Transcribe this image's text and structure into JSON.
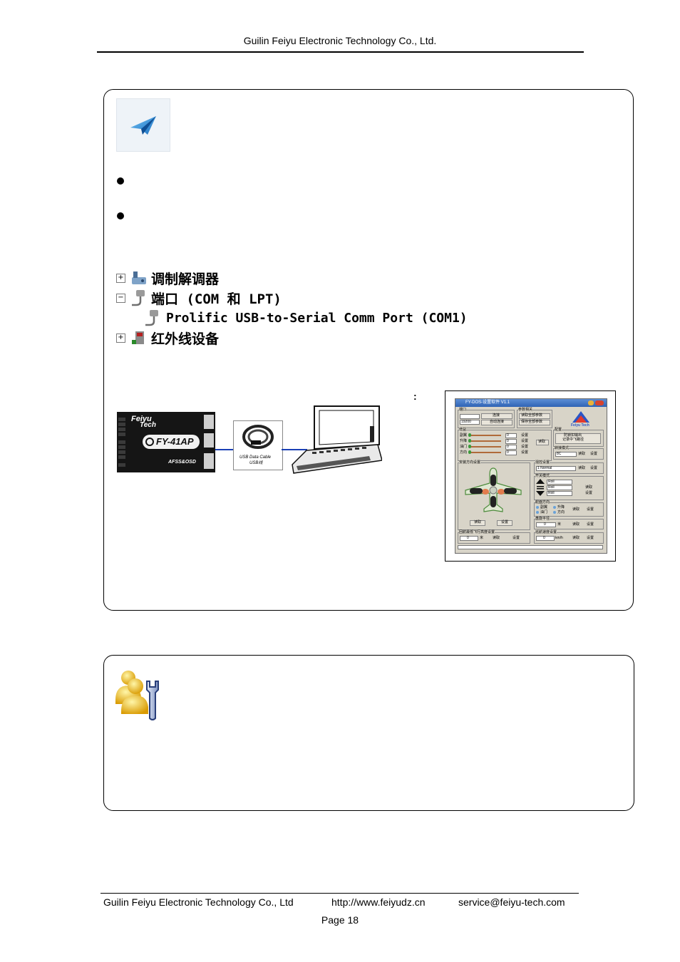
{
  "header": {
    "company": "Guilin Feiyu Electronic Technology Co., Ltd."
  },
  "box1": {
    "icon": "paper-plane-icon",
    "device_tree": {
      "items": [
        {
          "expander": "+",
          "icon": "modem-icon",
          "label": "调制解调器"
        },
        {
          "expander": "−",
          "icon": "port-icon",
          "label": "端口 (COM 和 LPT)"
        },
        {
          "expander": "",
          "icon": "port-icon",
          "label": "Prolific USB-to-Serial Comm Port (COM1)"
        },
        {
          "expander": "+",
          "icon": "infrared-icon",
          "label": "红外线设备"
        }
      ]
    },
    "colon": ":",
    "hardware": {
      "board_brand_line1": "Feiyu",
      "board_brand_line2": "Tech",
      "board_model": "FY-41AP",
      "board_sub": "AFSS&OSD",
      "cable_label_line1": "USB Data Cable",
      "cable_label_line2": "USB线"
    },
    "screenshot": {
      "title": "FY-DOS-设置软件 V1.1",
      "port_label": "端口",
      "baud": "19200",
      "connect": "连接",
      "auto_connect": "自动连接",
      "params_label": "参数相关",
      "read_all": "读取全部参数",
      "save_all": "保存全部参数",
      "brand": "Feiyu Tech",
      "gain_label": "增益",
      "gain_rows": [
        "副翼",
        "升降",
        "油门",
        "方向"
      ],
      "gain_value": "0",
      "set": "设置",
      "read": "读取",
      "config_label": "配置",
      "anti_lock": "防锁扣输出",
      "record_flight": "记录中飞路径",
      "remote_mode": "转接模式",
      "remote_value": "8C",
      "mount_label": "安装方向设置",
      "tilt_label": "混控设置",
      "tilt_value": "1 Normal",
      "switch_label": "开关模式",
      "switch_values": [
        "Roll",
        "Roll",
        "Roll"
      ],
      "servo_dir_label": "舵面方向",
      "servo_dir_items": [
        "副翼",
        "升降",
        "油门",
        "方向"
      ],
      "radius_label": "盘旋半径",
      "radius_value": "0",
      "radius_unit": "米",
      "alt_label": "回航最低飞行高度设置",
      "alt_value": "0",
      "alt_unit": "米",
      "speed_label": "巡航速度设置",
      "speed_value": "0",
      "speed_unit": "km/h"
    }
  },
  "box2": {
    "icon": "user-settings-icon"
  },
  "footer": {
    "company": "Guilin Feiyu Electronic Technology Co., Ltd",
    "url": "http://www.feiyudz.cn",
    "email": "service@feiyu-tech.com",
    "page": "Page 18"
  }
}
